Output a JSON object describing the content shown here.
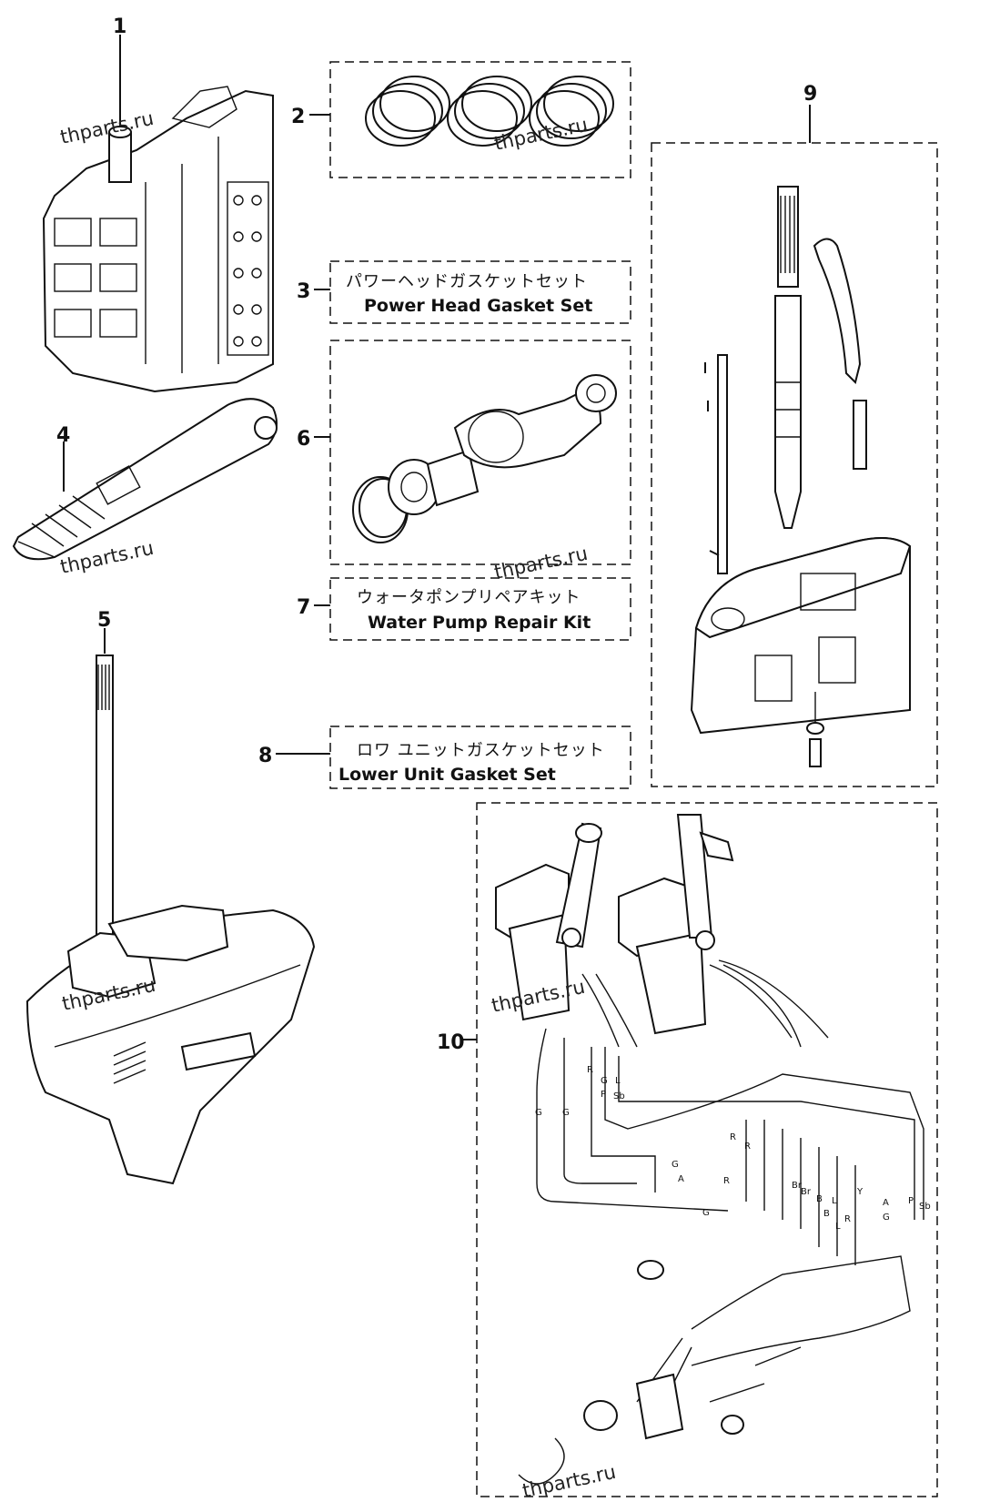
{
  "callouts": [
    {
      "number": "1"
    },
    {
      "number": "2"
    },
    {
      "number": "3",
      "label_jp": "パワーヘッドガスケットセット",
      "label_en": "Power Head Gasket Set"
    },
    {
      "number": "4"
    },
    {
      "number": "5"
    },
    {
      "number": "6"
    },
    {
      "number": "7",
      "label_jp": "ウォータポンプリペアキット",
      "label_en": "Water Pump Repair Kit"
    },
    {
      "number": "8",
      "label_jp": "ロワ ユニットガスケットセット",
      "label_en": "Lower Unit Gasket Set"
    },
    {
      "number": "9"
    },
    {
      "number": "10"
    }
  ],
  "watermark": "thparts.ru",
  "wire_labels": [
    "G",
    "G",
    "R",
    "G",
    "P",
    "L",
    "Sb",
    "G",
    "A",
    "R",
    "R",
    "G",
    "R",
    "Br",
    "Br",
    "B",
    "B",
    "L",
    "Y",
    "L",
    "R",
    "A",
    "G",
    "P",
    "Sb"
  ]
}
